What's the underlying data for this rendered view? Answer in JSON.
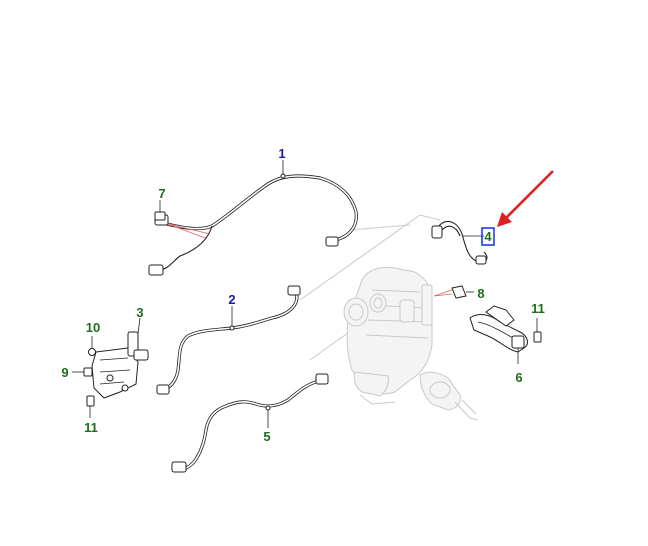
{
  "colors": {
    "callout_blue": "#1a1aa6",
    "callout_green": "#1e6e1e",
    "arrow_red": "#e02020",
    "highlight_box": "#1a3cff"
  },
  "callouts": {
    "c1": "1",
    "c2": "2",
    "c3": "3",
    "c4": "4",
    "c5": "5",
    "c6": "6",
    "c7": "7",
    "c8": "8",
    "c9": "9",
    "c10": "10",
    "c11a": "11",
    "c11b": "11"
  }
}
